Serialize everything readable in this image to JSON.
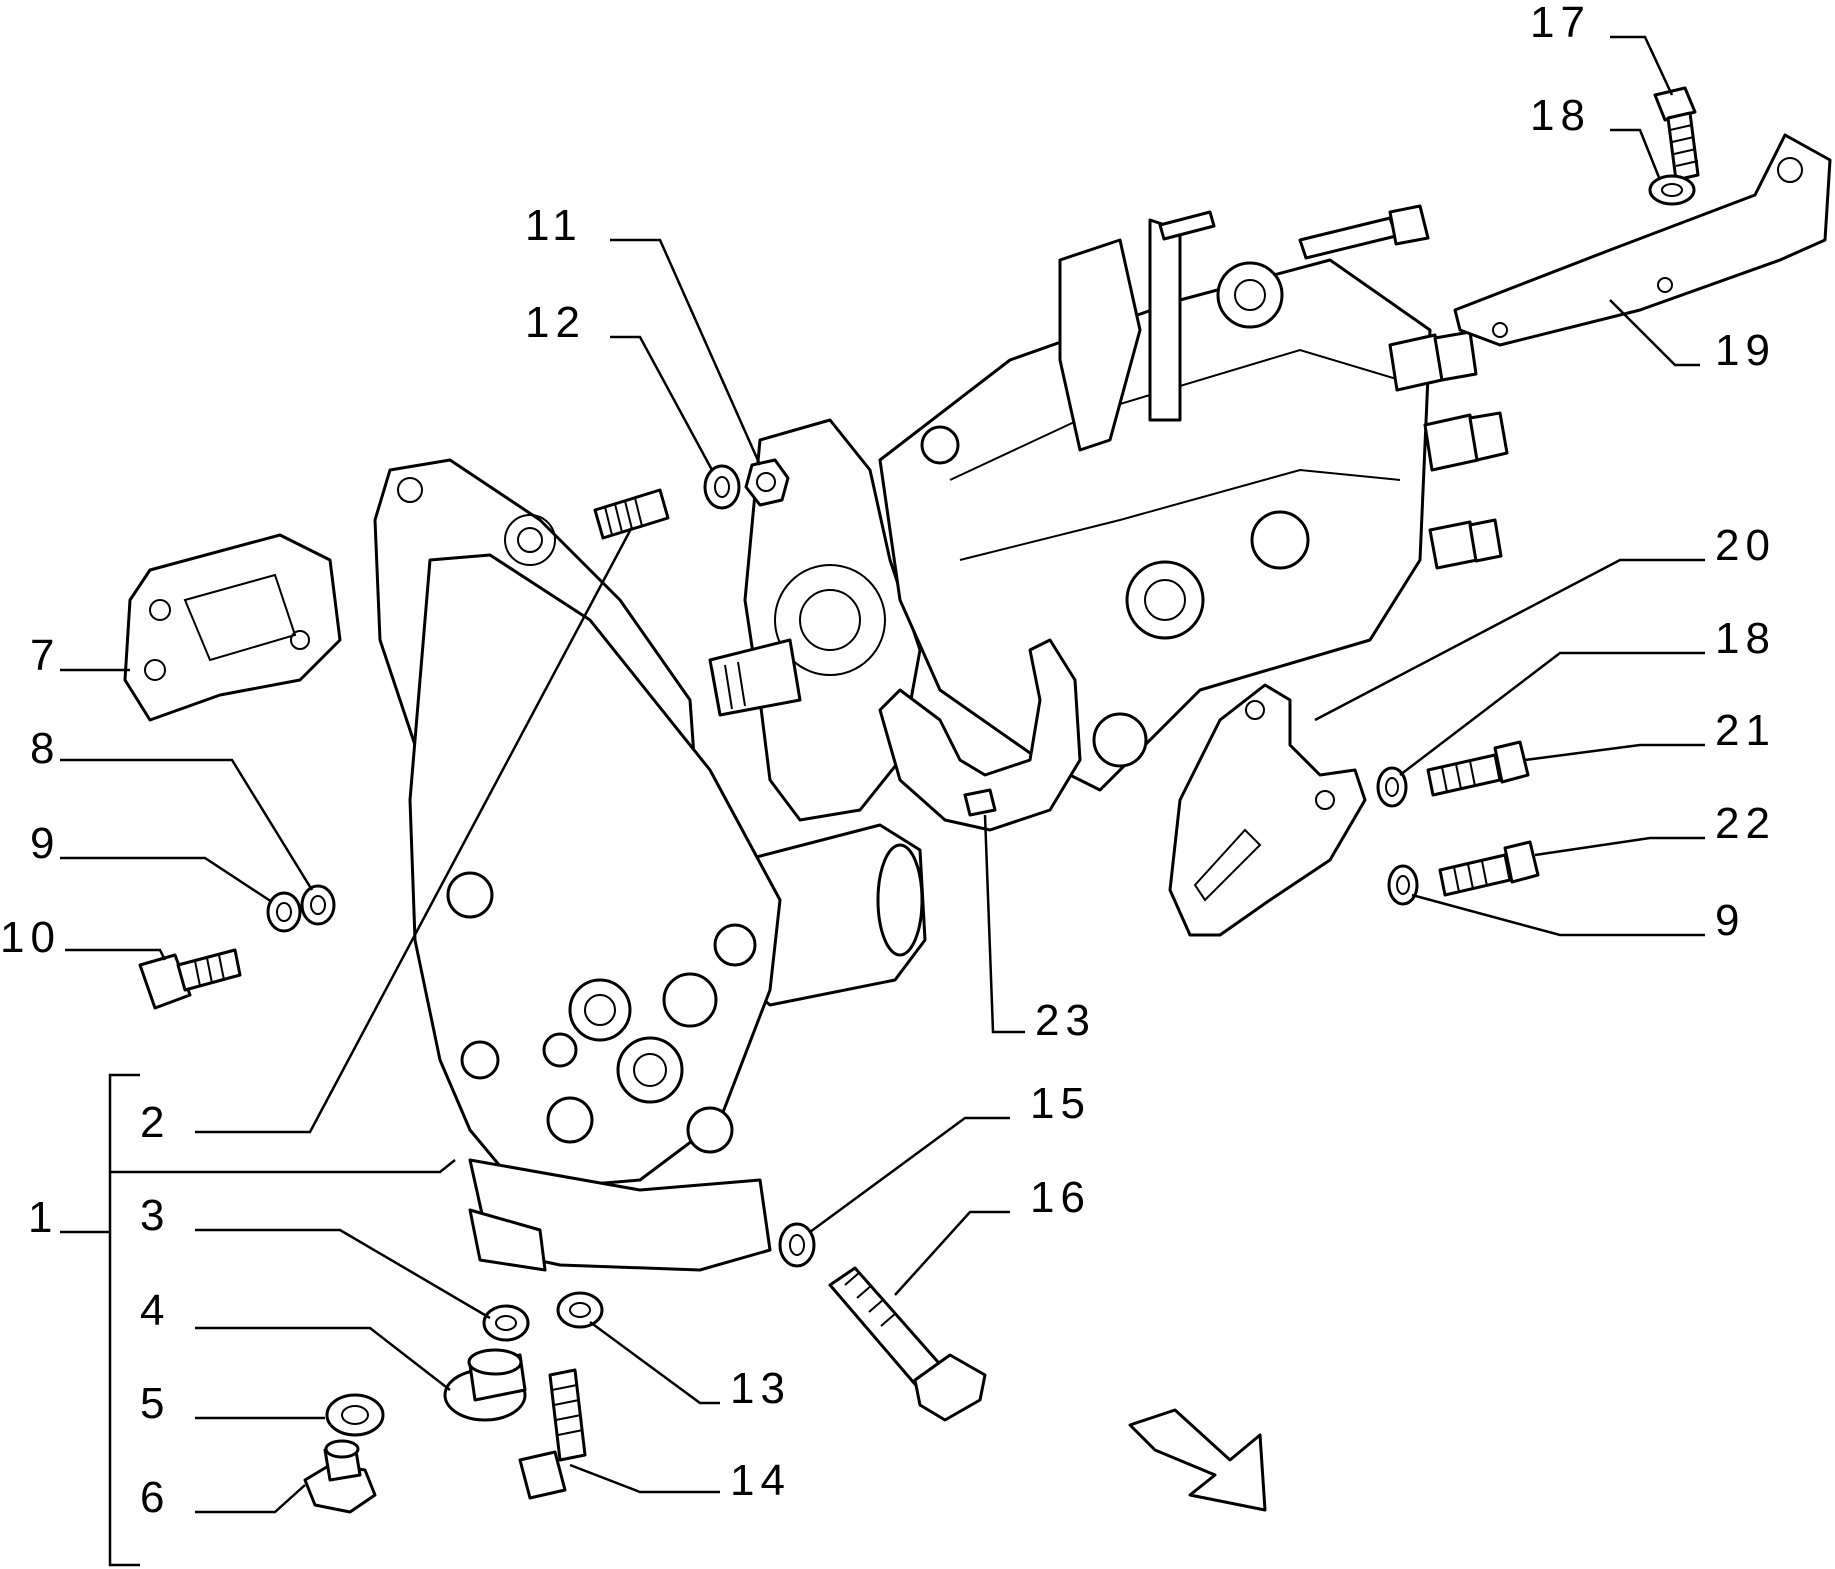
{
  "labels": {
    "l1": "1",
    "l2": "2",
    "l3": "3",
    "l4": "4",
    "l5": "5",
    "l6": "6",
    "l7": "7",
    "l8": "8",
    "l9a": "9",
    "l10": "10",
    "l11": "11",
    "l12": "12",
    "l13": "13",
    "l14": "14",
    "l15": "15",
    "l16": "16",
    "l17": "17",
    "l18a": "18",
    "l19": "19",
    "l20": "20",
    "l18b": "18",
    "l21": "21",
    "l22": "22",
    "l9b": "9",
    "l23": "23"
  }
}
